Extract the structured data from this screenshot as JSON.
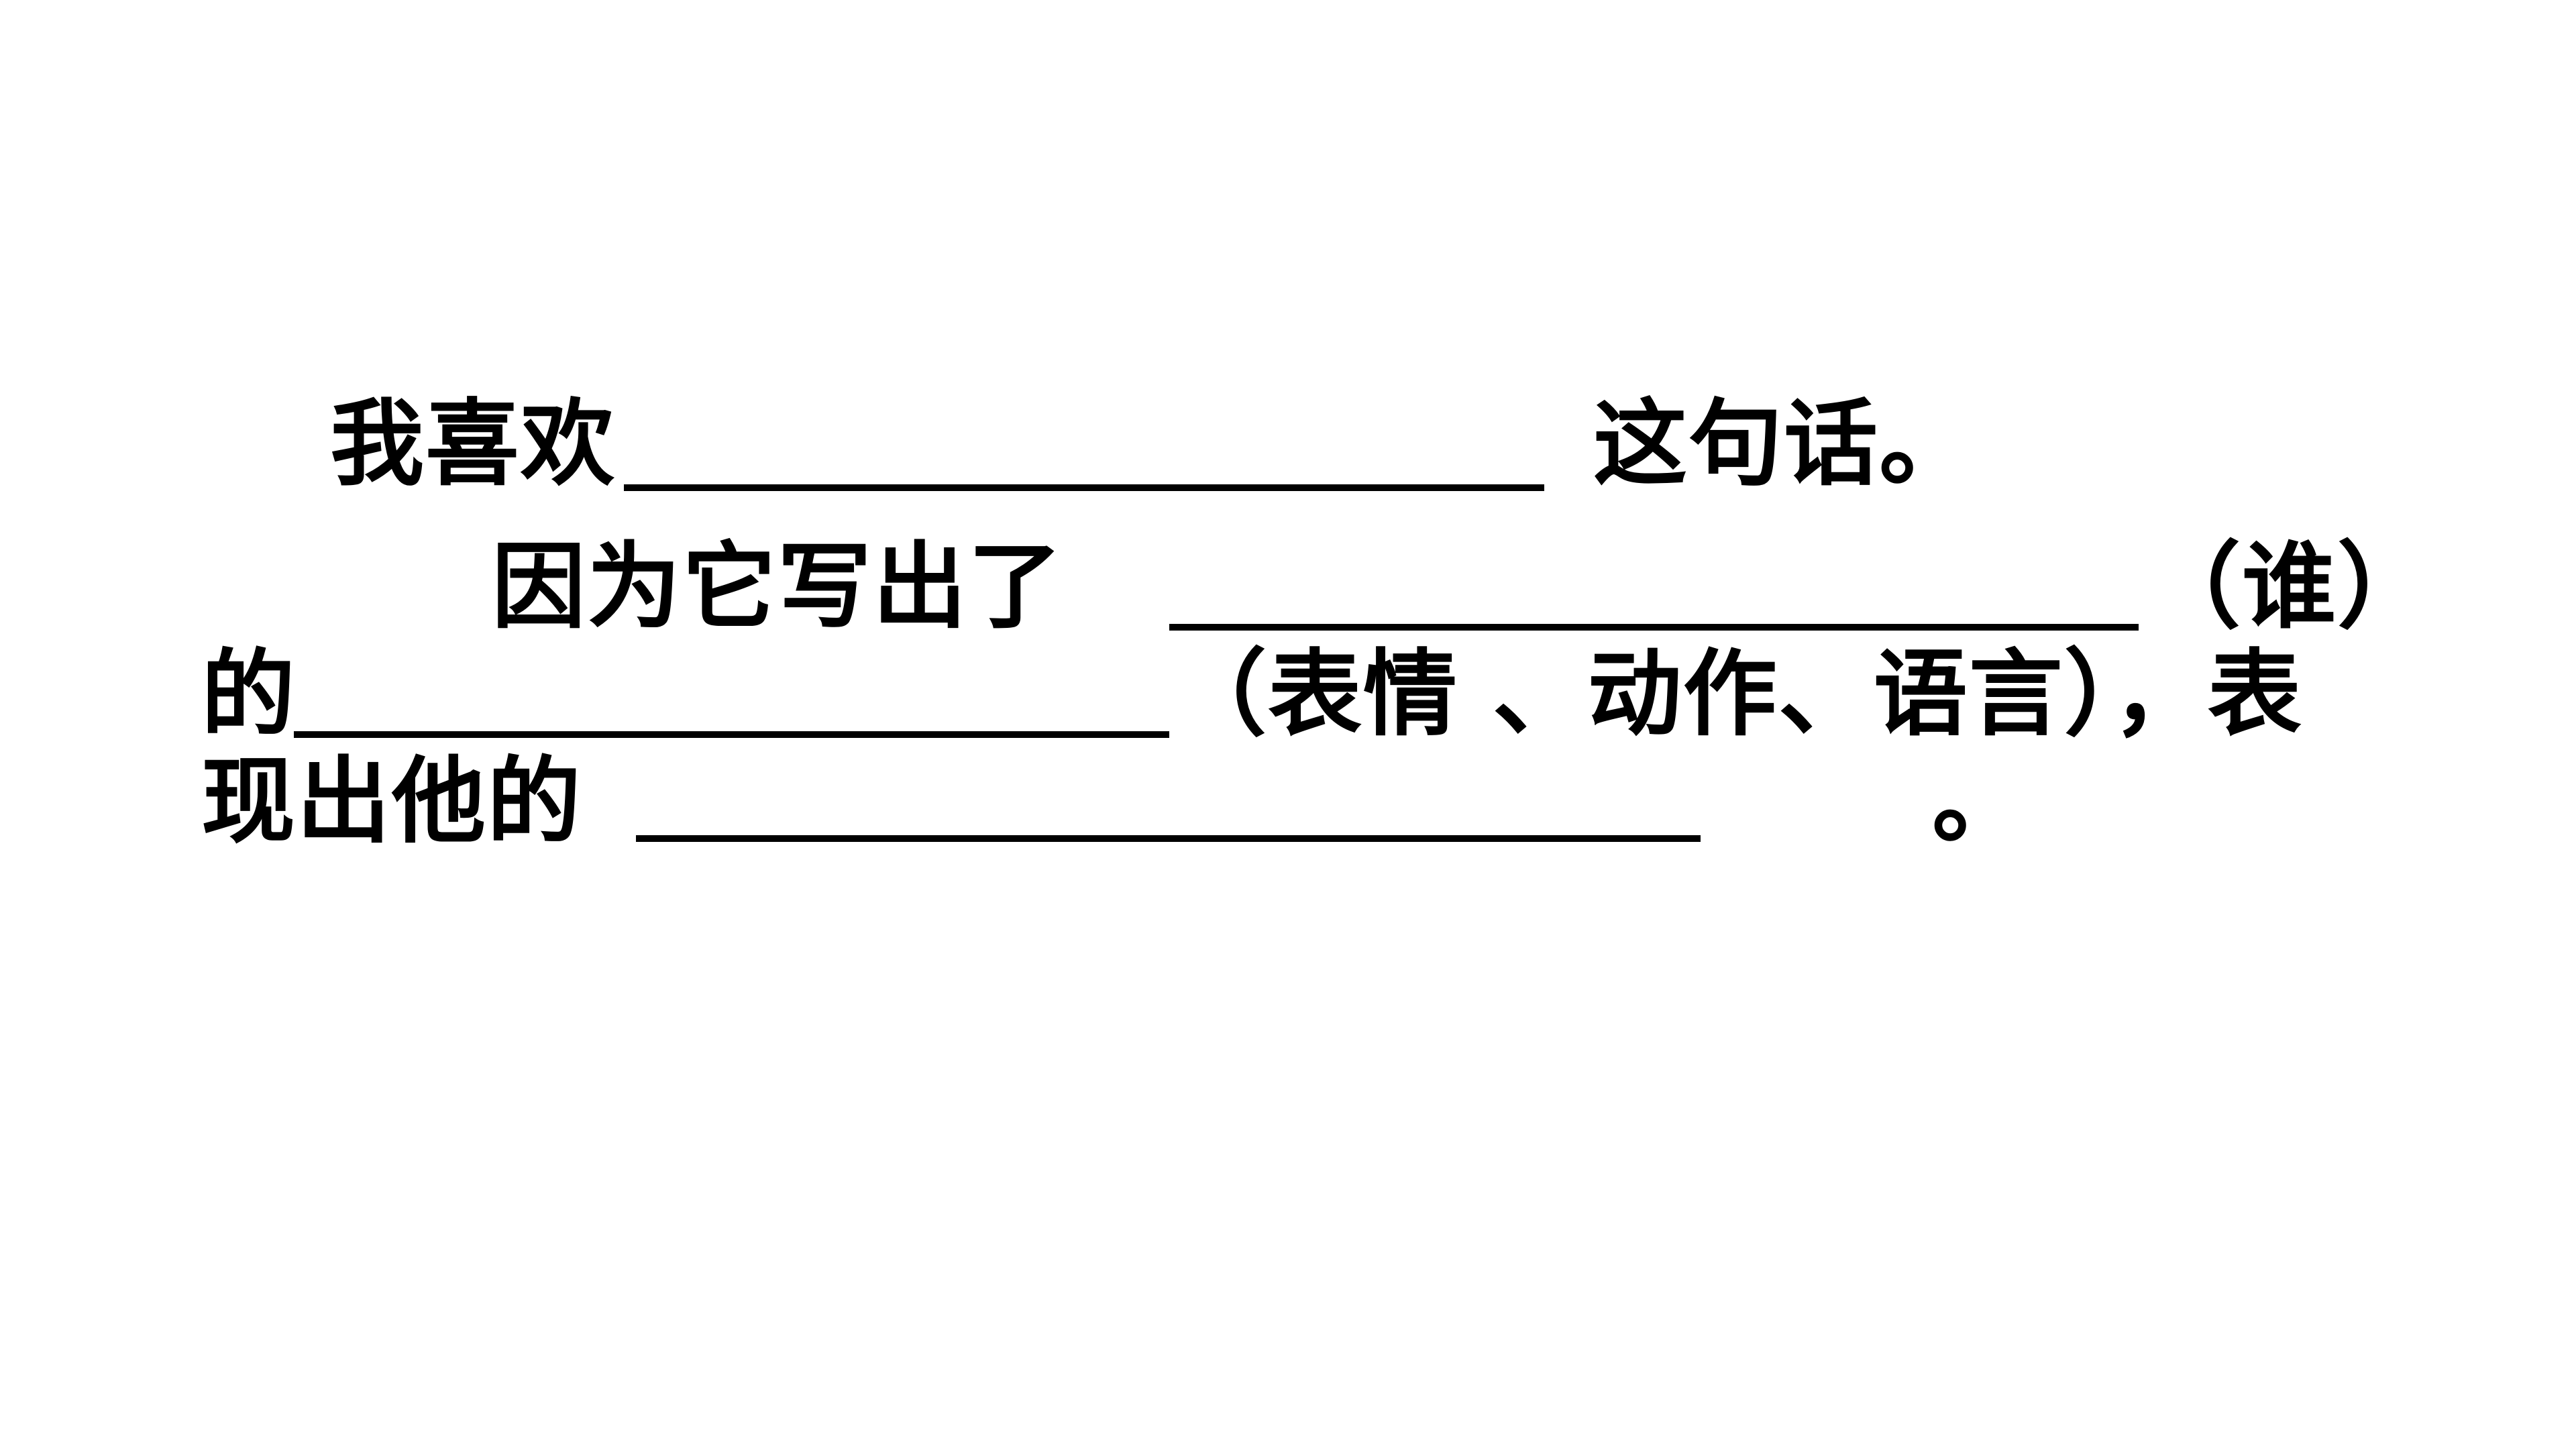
{
  "line1": {
    "prefix": "我喜欢",
    "suffix": "这句话。"
  },
  "line2": {
    "prefix": "因为它写出了",
    "suffix": "（谁）"
  },
  "line3": {
    "prefix": "的",
    "suffix": "（表情 、动作、语言），表"
  },
  "line4": {
    "prefix": "现出他的",
    "suffix": "。"
  }
}
